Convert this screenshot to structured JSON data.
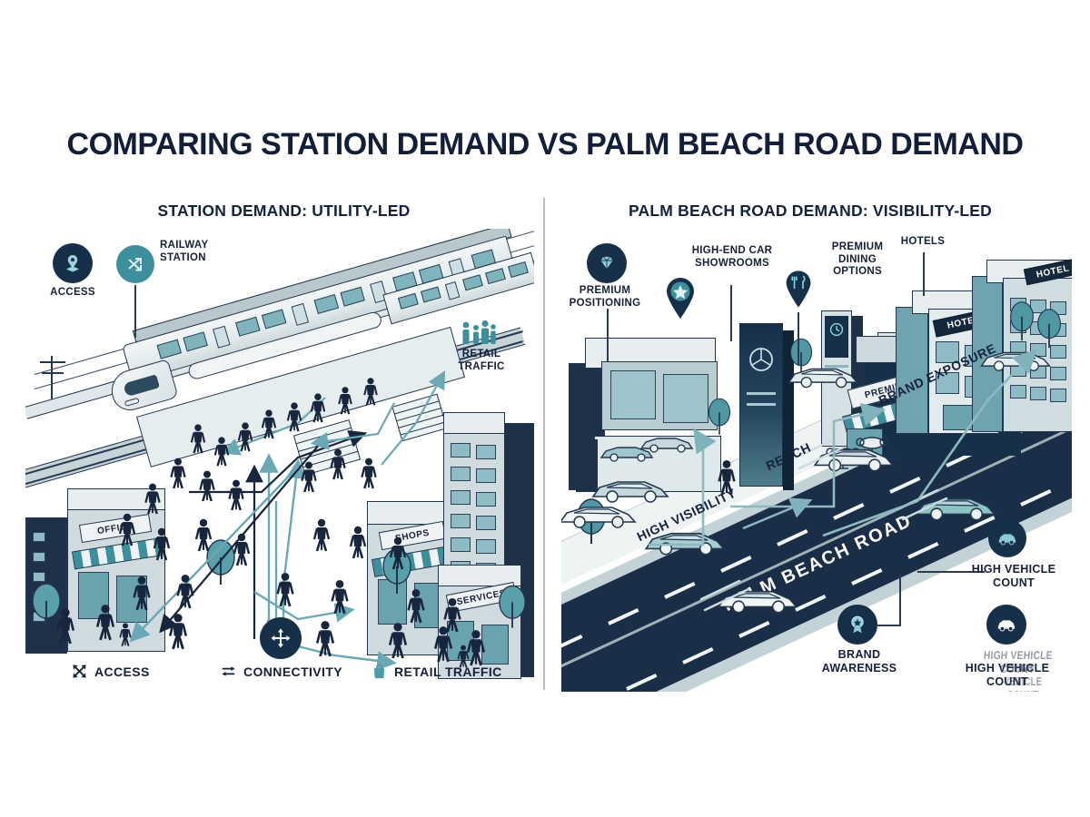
{
  "document": {
    "main_title": "COMPARING STATION DEMAND VS PALM BEACH ROAD DEMAND",
    "background_color": "#ffffff",
    "title_color": "#131f38",
    "accent_navy": "#16304a",
    "accent_teal": "#3d8f9e",
    "road_color": "#1a2f47",
    "divider_color": "#b9bfc6"
  },
  "left_panel": {
    "title": "STATION DEMAND: UTILITY-LED",
    "callouts": [
      {
        "label": "ACCESS",
        "icon": "location-pin-icon",
        "badge_color": "#16304a"
      },
      {
        "label": "RAILWAY\nSTATION",
        "icon": "crossing-arrows-icon",
        "badge_color": "#3d8f9e"
      },
      {
        "label": "RETAIL\nTRAFFIC",
        "icon": "people-group-icon",
        "badge_color": "#3d8f9e"
      }
    ],
    "building_signs": [
      "OFFICE",
      "SHOPS",
      "SERVICES"
    ],
    "legend": [
      {
        "label": "ACCESS",
        "icon": "expand-arrows-icon"
      },
      {
        "label": "CONNECTIVITY",
        "icon": "two-way-arrows-icon"
      },
      {
        "label": "RETAIL TRAFFIC",
        "icon": "shopping-bag-icon"
      }
    ],
    "connectivity_badge": {
      "icon": "four-way-arrows-icon",
      "badge_color": "#16304a"
    }
  },
  "right_panel": {
    "title": "PALM BEACH ROAD DEMAND: VISIBILITY-LED",
    "callouts": [
      {
        "label": "PREMIUM\nPOSITIONING",
        "icon": "diamond-icon",
        "badge_color": "#16304a"
      },
      {
        "label": "HIGH-END CAR\nSHOWROOMS",
        "icon": "star-pin-icon",
        "badge_color": "#16304a"
      },
      {
        "label": "PREMIUM\nDINING\nOPTIONS",
        "icon": "cutlery-pin-icon",
        "badge_color": "#16304a"
      },
      {
        "label": "HOTELS",
        "icon": "hotel-icon",
        "badge_color": "#16304a"
      },
      {
        "label": "HIGH VEHICLE\nCOUNT",
        "icon": "car-icon",
        "badge_color": "#16304a"
      },
      {
        "label": "BRAND\nAWARENESS",
        "icon": "award-badge-icon",
        "badge_color": "#16304a"
      },
      {
        "label": "HIGH VEHICLE\nCOUNT",
        "icon": "car-icon",
        "badge_color": "#16304a"
      }
    ],
    "flow_labels": [
      "HIGH VISIBILITY",
      "REACH",
      "BRAND EXPOSURE"
    ],
    "road_name": "PALM BEACH ROAD",
    "building_signs": [
      "HOTEL",
      "HOTEL",
      "PREMIUM"
    ]
  }
}
